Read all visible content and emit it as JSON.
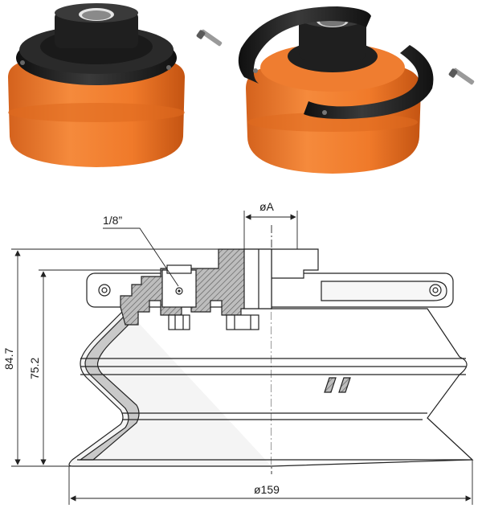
{
  "dimensions": {
    "thread": "1/8”",
    "bore_diameter": "øA",
    "overall_height": "84.7",
    "cup_height": "75.2",
    "outer_diameter": "ø159"
  },
  "colors": {
    "cup_orange": "#f07a2a",
    "cup_orange_dark": "#c75a14",
    "fitting_black": "#1e1e1e",
    "section_hatch": "#777777",
    "outline": "#222222"
  }
}
